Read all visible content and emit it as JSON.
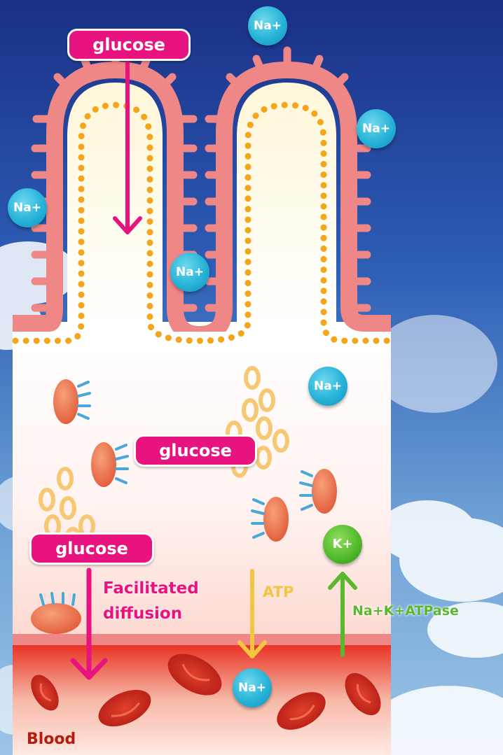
{
  "labels": {
    "glucose_top": "glucose",
    "glucose_mid": "glucose",
    "glucose_low": "glucose",
    "facilitated_line1": "Facilitated",
    "facilitated_line2": "diffusion",
    "atp": "ATP",
    "pump": "Na+K+ATPase",
    "blood": "Blood"
  },
  "ions": {
    "na": "Na+",
    "k": "K+"
  },
  "colors": {
    "glucose": "#e8137e",
    "atp_arrow": "#f2c640",
    "pump_arrow": "#5ab82e",
    "na_ion": "#27b3d8",
    "villus": "#ef8787",
    "blood": "#e43522"
  }
}
